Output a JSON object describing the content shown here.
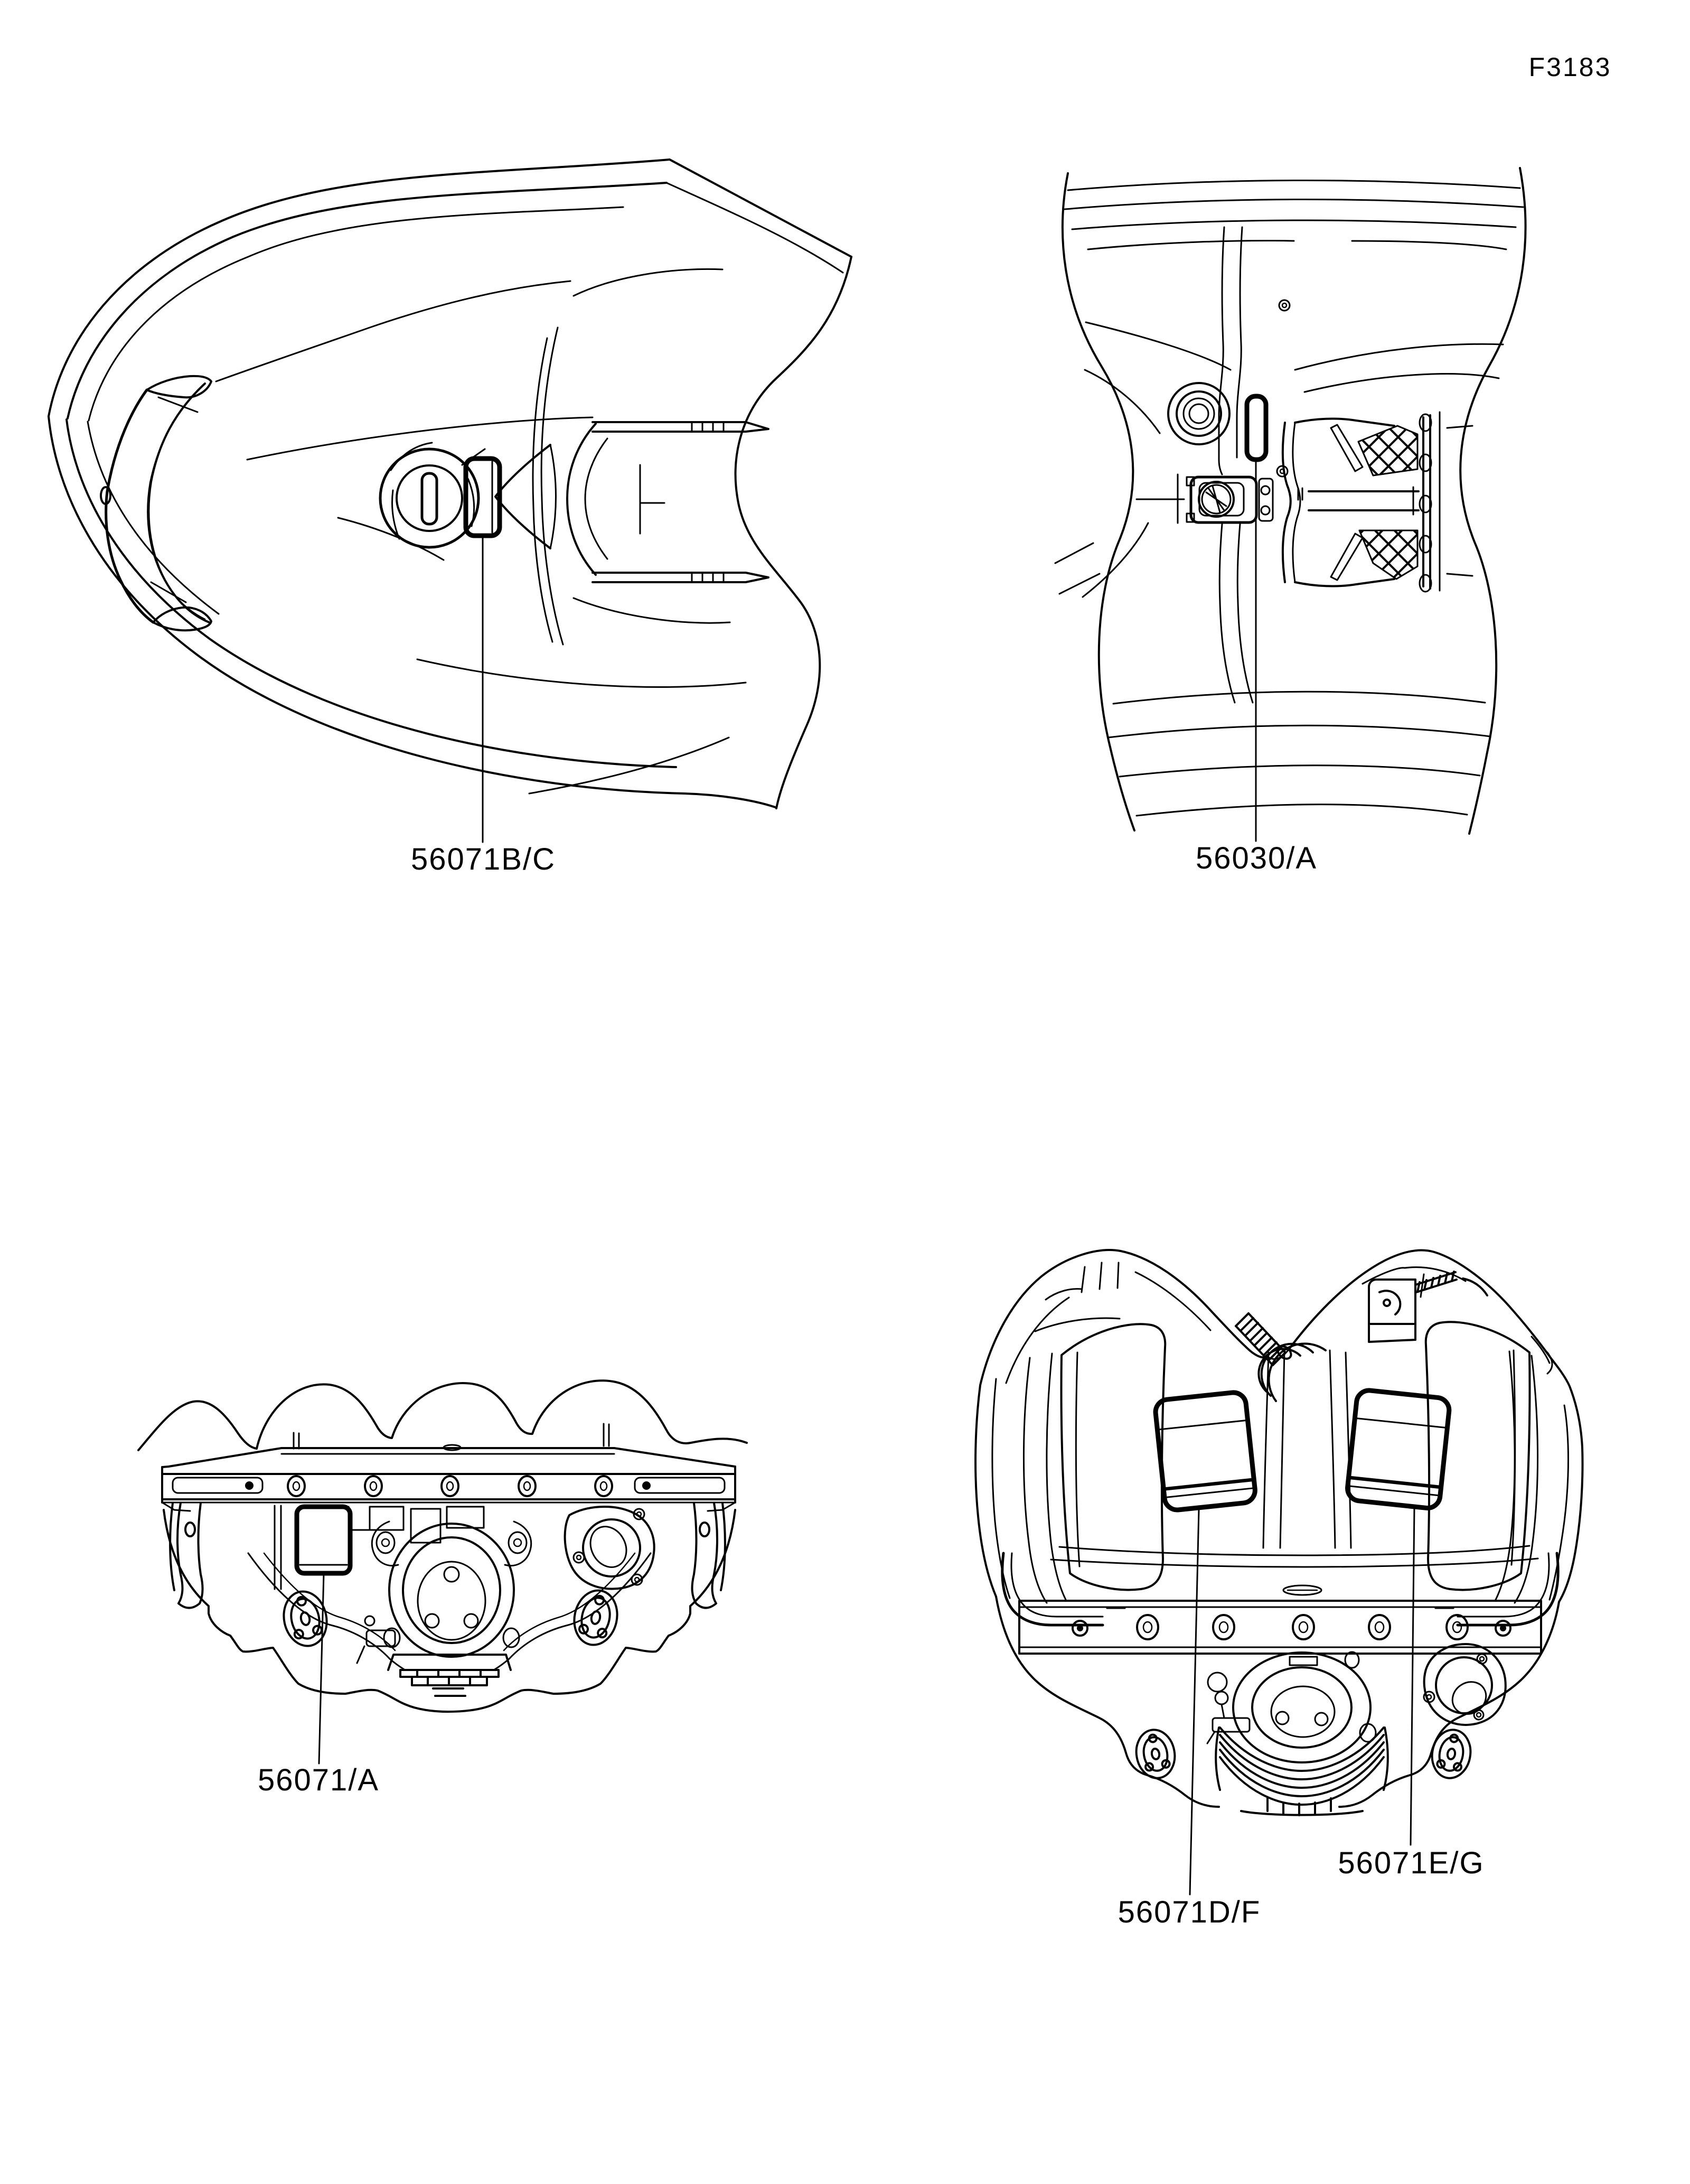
{
  "page": {
    "figure_code": "F3183"
  },
  "callouts": {
    "front_hull": "56071B/C",
    "rear_deck": "56030/A",
    "transom": "56071/A",
    "stern_left": "56071D/F",
    "stern_right": "56071E/G"
  }
}
